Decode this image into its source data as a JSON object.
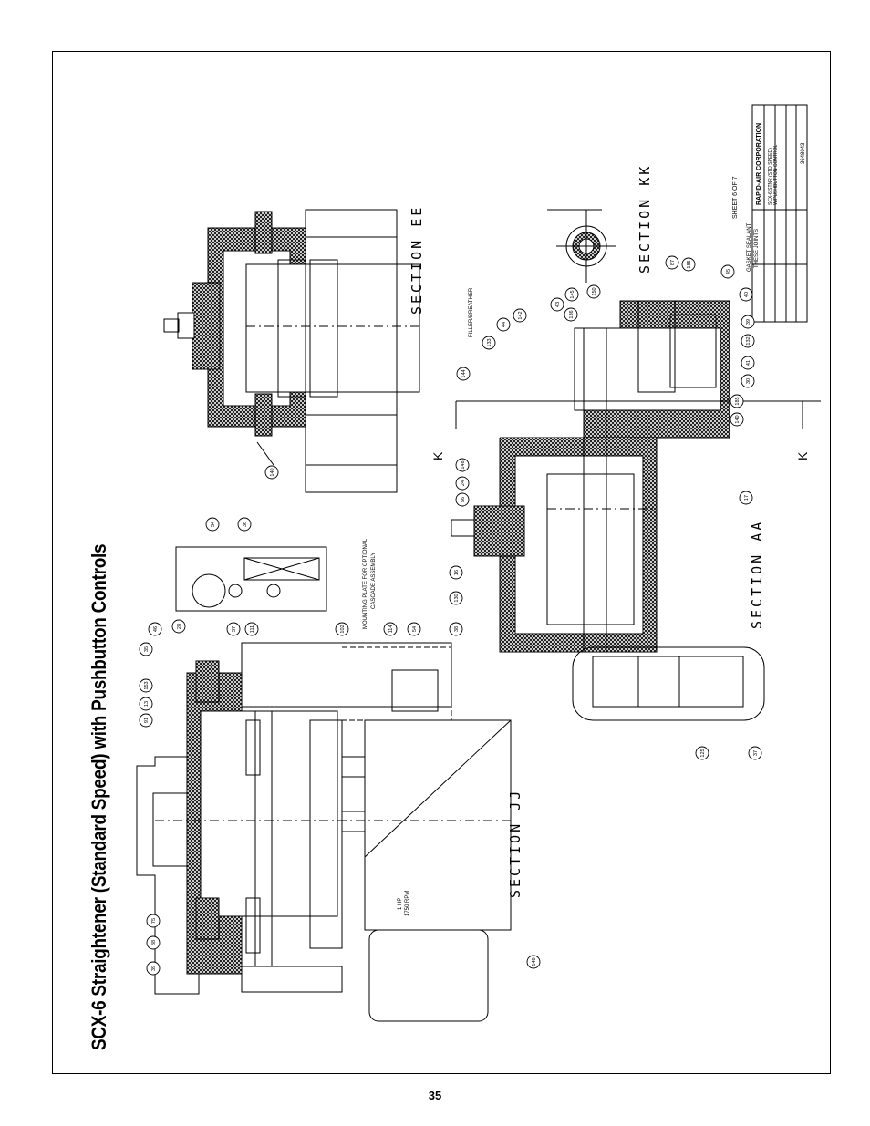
{
  "page_title": "SCX-6 Straightener (Standard Speed) with Pushbutton Controls",
  "page_number": "35",
  "sections": {
    "ee": "SECTION EE",
    "kk": "SECTION KK",
    "aa": "SECTION AA",
    "jj": "SECTION JJ"
  },
  "notes": {
    "mounting_plate": "MOUNTING PLATE FOR OPTIONAL",
    "cascade": "CASCADE ASSEMBLY",
    "filler": "FILLER/BREATHER",
    "gasket_1": "GASKET SEALANT",
    "gasket_2": "THESE JOINTS",
    "motor_hp": "1 HP",
    "motor_rpm": "1750 RPM",
    "sheet": "SHEET 6 OF 7",
    "k_label": "K"
  },
  "title_block": {
    "company": "RAPID-AIR CORPORATION",
    "line1": "SCX-6 STNR (STD SPEED)",
    "line2": "W/PUSHBUTTON CONTROL",
    "drawing_no": "3648043"
  },
  "balloons_jj": [
    "46",
    "35",
    "153",
    "13",
    "91",
    "28",
    "37",
    "111",
    "102",
    "114",
    "54",
    "38",
    "75",
    "88",
    "39",
    "148"
  ],
  "balloons_aa": [
    "144",
    "133",
    "44",
    "142",
    "43",
    "136",
    "145",
    "150",
    "87",
    "185",
    "45",
    "40",
    "39",
    "132",
    "41",
    "30",
    "185",
    "140",
    "148",
    "24",
    "56",
    "16",
    "130",
    "17",
    "125",
    "37"
  ],
  "balloons_ee": [
    "34",
    "36",
    "140"
  ]
}
